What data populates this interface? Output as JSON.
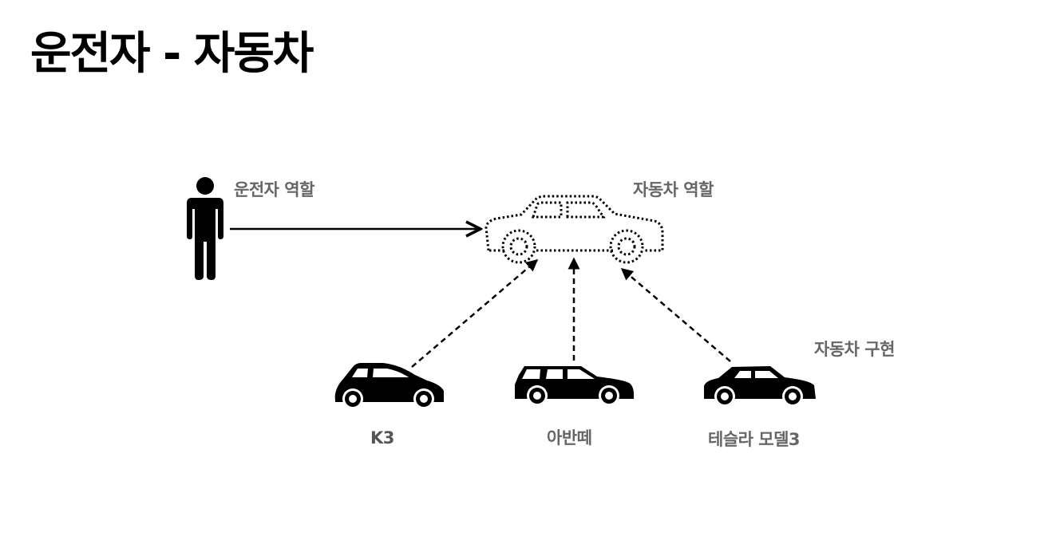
{
  "title": "운전자 - 자동차",
  "labels": {
    "driver_role": "운전자 역할",
    "car_role": "자동차 역할",
    "car_impl": "자동차 구현"
  },
  "implementations": [
    {
      "name": "K3",
      "icon": "hatchback-car-icon"
    },
    {
      "name": "아반떼",
      "icon": "wagon-car-icon"
    },
    {
      "name": "테슬라 모델3",
      "icon": "sedan-car-icon"
    }
  ],
  "icons": {
    "driver": "person-icon",
    "role_car": "dotted-car-outline-icon"
  },
  "colors": {
    "text": "#000000",
    "label": "#666666"
  }
}
